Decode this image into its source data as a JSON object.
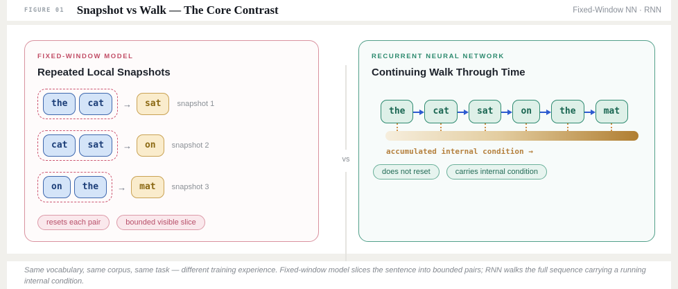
{
  "header": {
    "figure_label": "FIGURE 01",
    "title": "Snapshot vs Walk — The Core Contrast",
    "meta": "Fixed-Window NN · RNN"
  },
  "divider": {
    "label": "vs"
  },
  "left_panel": {
    "eyebrow": "FIXED-WINDOW MODEL",
    "title": "Repeated Local Snapshots",
    "arrow_glyph": "→",
    "rows": [
      {
        "window": [
          "the",
          "cat"
        ],
        "target": "sat",
        "label": "snapshot 1"
      },
      {
        "window": [
          "cat",
          "sat"
        ],
        "target": "on",
        "label": "snapshot 2"
      },
      {
        "window": [
          "on",
          "the"
        ],
        "target": "mat",
        "label": "snapshot 3"
      }
    ],
    "pills": [
      "resets each pair",
      "bounded visible slice"
    ]
  },
  "right_panel": {
    "eyebrow": "RECURRENT NEURAL NETWORK",
    "title": "Continuing Walk Through Time",
    "tokens": [
      "the",
      "cat",
      "sat",
      "on",
      "the",
      "mat"
    ],
    "bar_caption": "accumulated internal condition →",
    "pills": [
      "does not reset",
      "carries internal condition"
    ]
  },
  "footer": {
    "caption": "Same vocabulary, same corpus, same task — different training experience. Fixed-window model slices the sentence into bounded pairs; RNN walks the full sequence carrying a running internal condition."
  },
  "colors": {
    "page_background": "#f1f0ec",
    "left_accent": "#c14d66",
    "right_accent": "#2c8a6e",
    "token_blue": "#1c3e78",
    "token_gold": "#8b6914",
    "token_teal": "#1a6652",
    "chain_arrow_blue": "#2e5bd0",
    "state_gradient_start": "#f6eedd",
    "state_gradient_end": "#b07e31"
  }
}
